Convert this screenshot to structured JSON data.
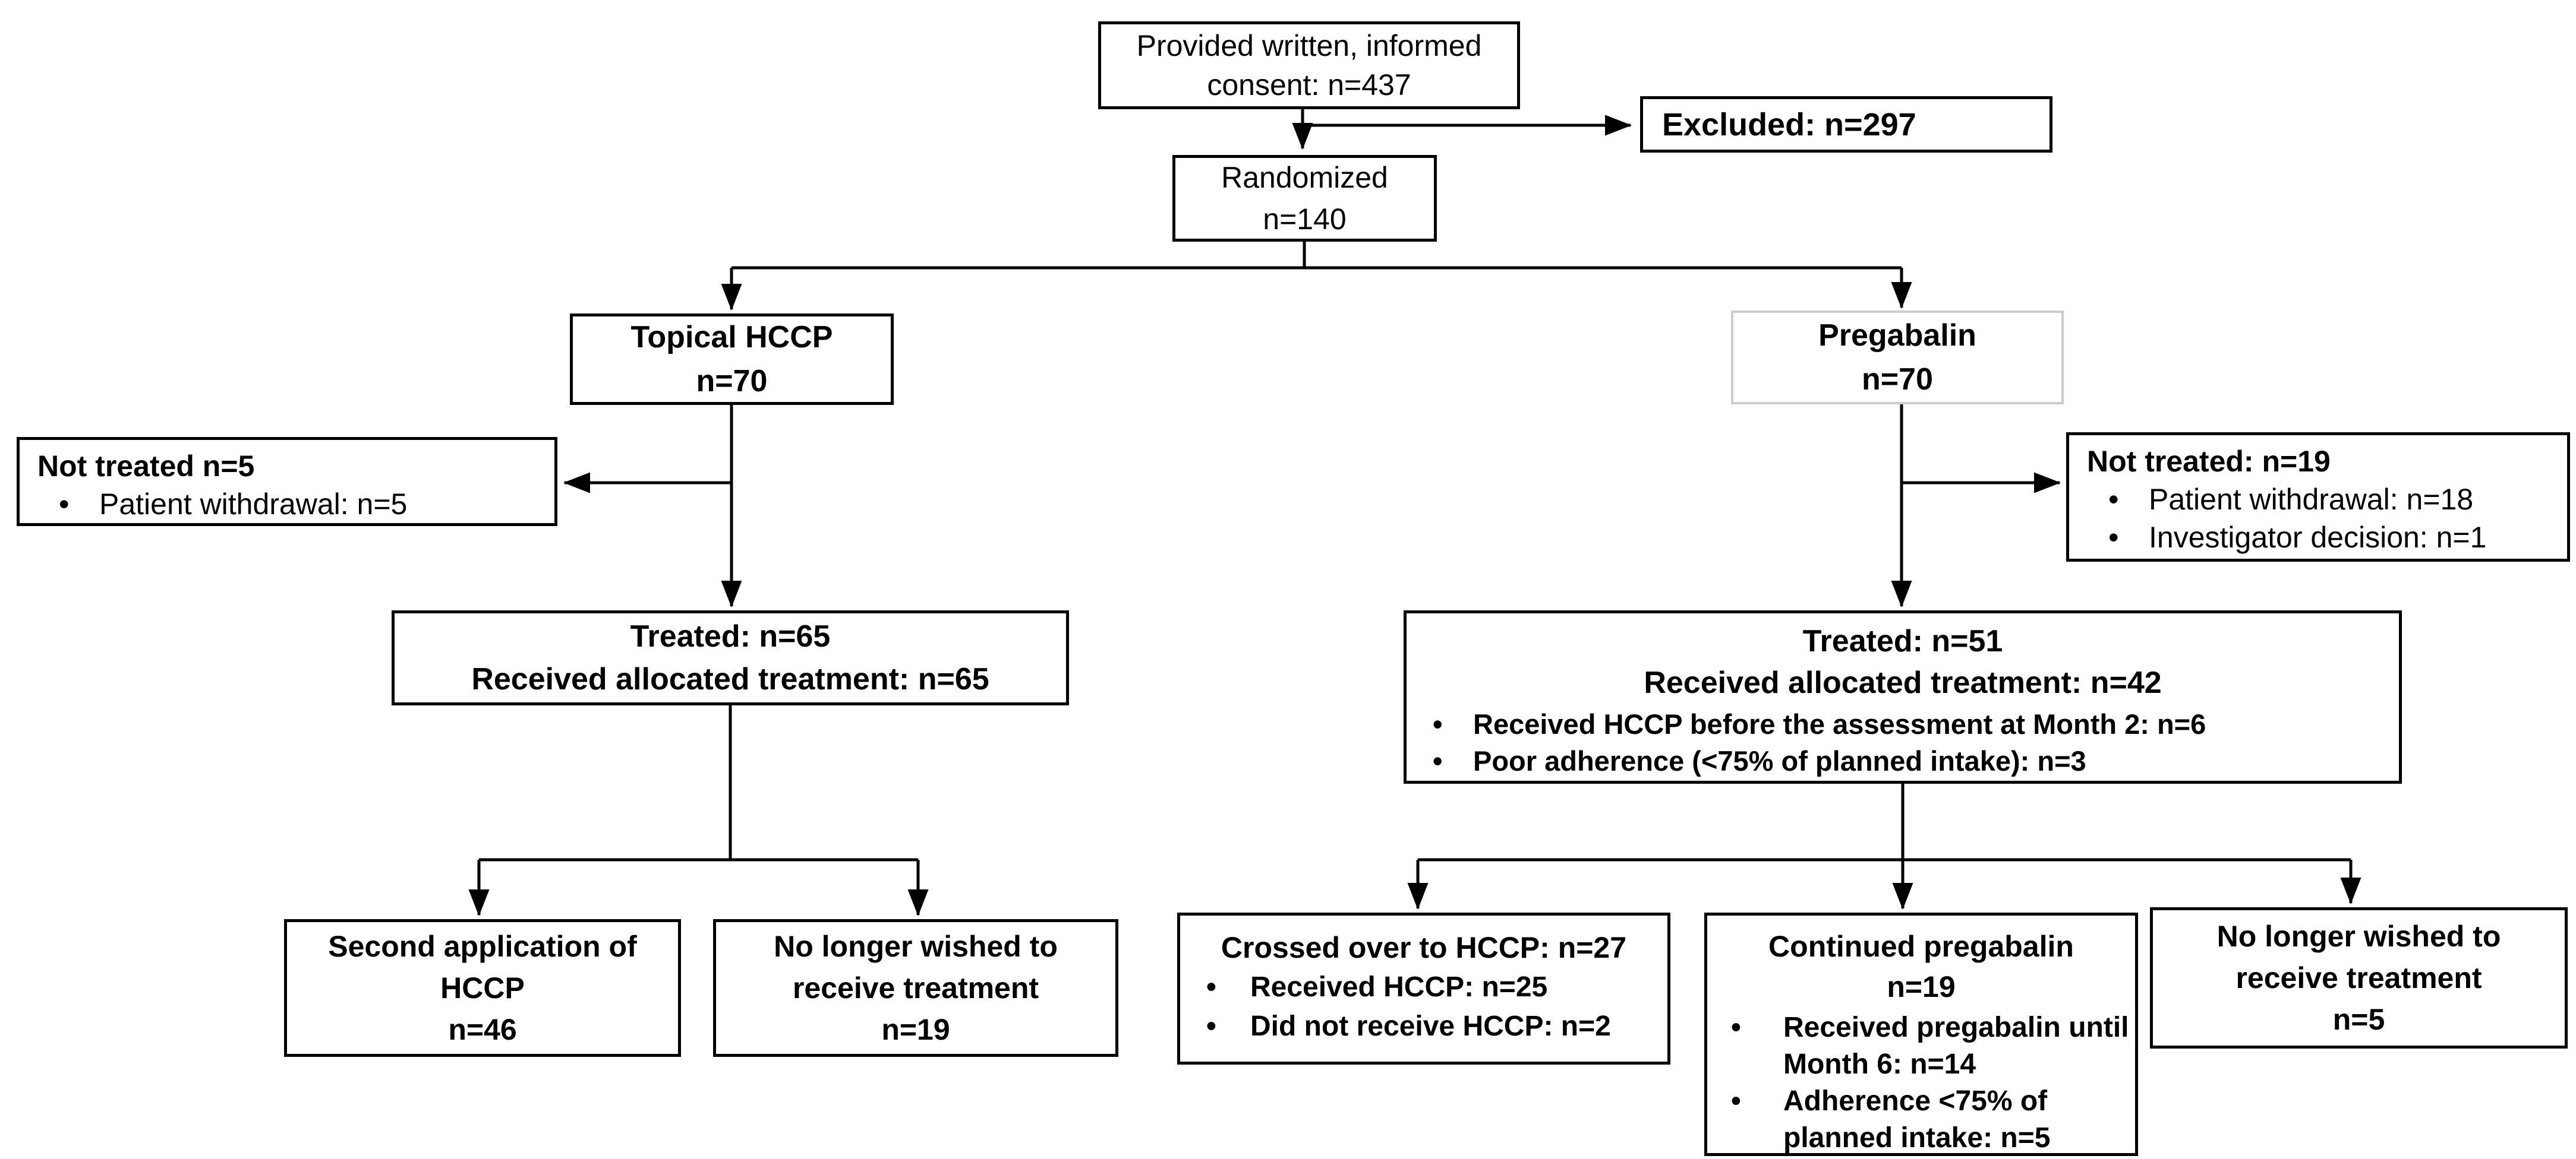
{
  "diagram": {
    "title": "CONSORT-style patient flow diagram",
    "colors": {
      "background": "#ffffff",
      "box_border": "#000000",
      "pregabalin_box_border": "#cccccc",
      "text": "#000000",
      "connector": "#000000"
    },
    "nodes": {
      "consent": {
        "line1": "Provided written, informed",
        "line2": "consent: n=437"
      },
      "excluded": {
        "label": "Excluded: n=297"
      },
      "randomized": {
        "line1": "Randomized",
        "line2": "n=140"
      },
      "topical_hccp": {
        "line1": "Topical HCCP",
        "line2": "n=70"
      },
      "pregabalin": {
        "line1": "Pregabalin",
        "line2": "n=70"
      },
      "not_treated_hccp": {
        "title": "Not treated n=5",
        "bullet1": "Patient withdrawal: n=5"
      },
      "not_treated_pregabalin": {
        "title": "Not treated: n=19",
        "bullet1": "Patient withdrawal: n=18",
        "bullet2": "Investigator decision: n=1"
      },
      "treated_hccp": {
        "line1": "Treated: n=65",
        "line2": "Received allocated treatment:  n=65"
      },
      "treated_pregabalin": {
        "line1": "Treated: n=51",
        "line2": "Received allocated treatment:  n=42",
        "bullet1": "Received HCCP before the assessment at Month 2: n=6",
        "bullet2": "Poor adherence (<75% of planned intake): n=3"
      },
      "second_application": {
        "line1": "Second application of",
        "line2": "HCCP",
        "line3": "n=46"
      },
      "no_longer_wished_hccp": {
        "line1": "No longer wished to",
        "line2": "receive treatment",
        "line3": "n=19"
      },
      "crossed_over": {
        "title": "Crossed over to HCCP: n=27",
        "bullet1": "Received HCCP: n=25",
        "bullet2": "Did not receive HCCP: n=2"
      },
      "continued_pregabalin": {
        "title1": "Continued pregabalin",
        "title2": "n=19",
        "bullet1": "Received pregabalin until Month 6: n=14",
        "bullet2": "Adherence <75% of planned intake: n=5"
      },
      "no_longer_wished_pregabalin": {
        "line1": "No longer wished to",
        "line2": "receive treatment",
        "line3": "n=5"
      }
    }
  }
}
